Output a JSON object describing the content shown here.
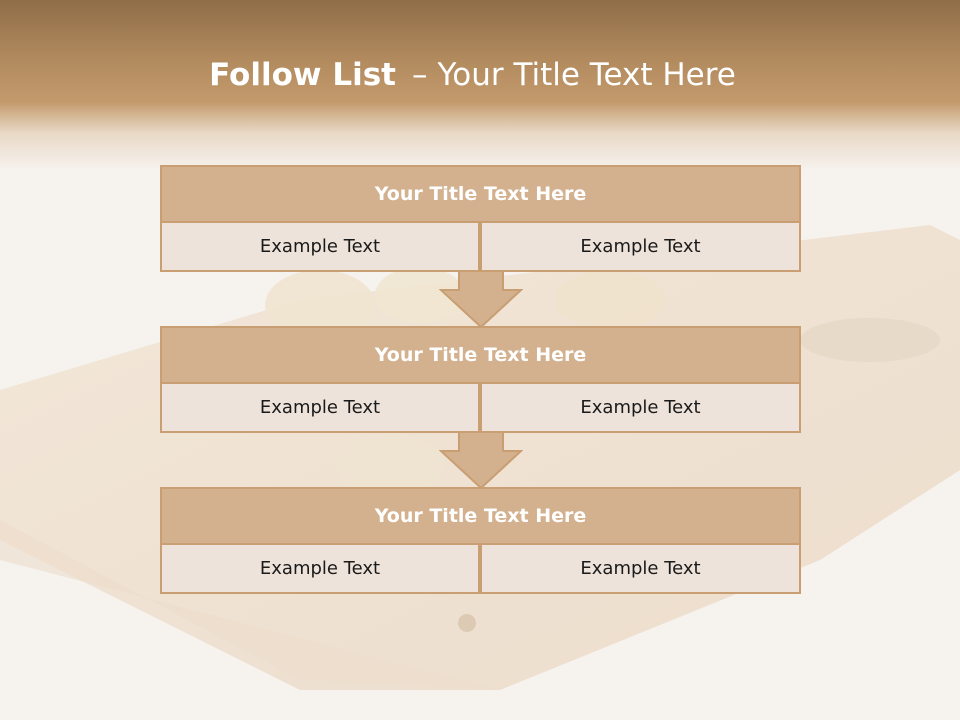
{
  "slide": {
    "title_bold": "Follow List",
    "title_sep": "–",
    "title_rest": "Your Title Text Here"
  },
  "blocks": [
    {
      "title": "Your Title Text Here",
      "left": "Example Text",
      "right": "Example Text"
    },
    {
      "title": "Your Title Text Here",
      "left": "Example Text",
      "right": "Example Text"
    },
    {
      "title": "Your Title Text Here",
      "left": "Example Text",
      "right": "Example Text"
    }
  ],
  "colors": {
    "header_band": "#b18a5e",
    "block_title_fill": "#d3b18f",
    "block_border": "#c89e72",
    "cell_fill": "#ede3da",
    "arrow_fill": "#d3b18f"
  }
}
